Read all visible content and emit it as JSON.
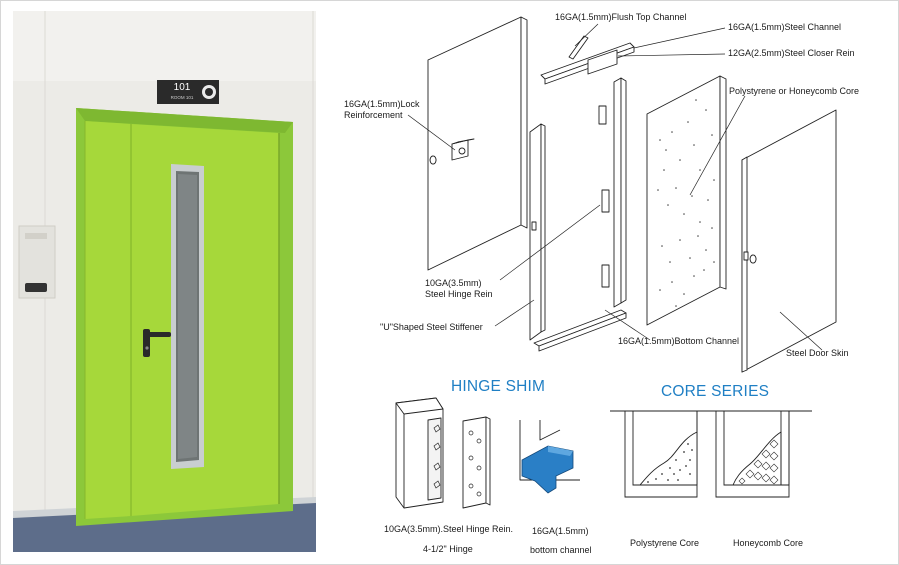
{
  "photo": {
    "room_number": "101",
    "room_subtitle": "ROOM 101"
  },
  "labels": {
    "flush_top_channel": "16GA(1.5mm)Flush Top Channel",
    "steel_channel": "16GA(1.5mm)Steel Channel",
    "closer_rein": "12GA(2.5mm)Steel Closer Rein",
    "core_label": "Polystyrene or Honeycomb Core",
    "lock_rein_line1": "16GA(1.5mm)Lock",
    "lock_rein_line2": "Reinforcement",
    "hinge_rein_line1": "10GA(3.5mm)",
    "hinge_rein_line2": "Steel Hinge Rein",
    "u_stiffener": "\"U\"Shaped Steel Stiffener",
    "bottom_channel": "16GA(1.5mm)Bottom Channel",
    "door_skin": "Steel Door Skin"
  },
  "hinge_shim": {
    "title": "HINGE SHIM",
    "caption1": "10GA(3.5mm).Steel Hinge Rein.",
    "caption2": "4-1/2\" Hinge",
    "bottom_caption1": "16GA(1.5mm)",
    "bottom_caption2": "bottom channel"
  },
  "core_series": {
    "title": "CORE SERIES",
    "polystyrene": "Polystyrene Core",
    "honeycomb": "Honeycomb Core"
  },
  "colors": {
    "door_green": "#a6d83a",
    "frame_green": "#8cc83a",
    "accent_blue": "#2a7fc6",
    "header_blue": "#1f7fc4"
  }
}
